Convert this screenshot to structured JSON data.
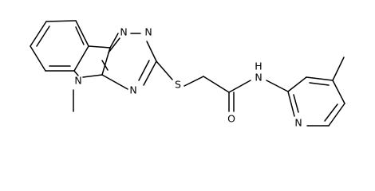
{
  "structure": {
    "atoms": {
      "n_triazine_1": "N",
      "n_triazine_2": "N",
      "n_triazine_4": "N",
      "n_indole": "N",
      "methyl_indole": "",
      "s_linker": "S",
      "o_carbonyl": "O",
      "nh_amide": "N\nH",
      "n_pyridine": "N",
      "methyl_pyridine": ""
    },
    "label_text": {
      "N": "N",
      "S": "S",
      "O": "O",
      "NH_N": "N",
      "NH_H": "H"
    }
  }
}
